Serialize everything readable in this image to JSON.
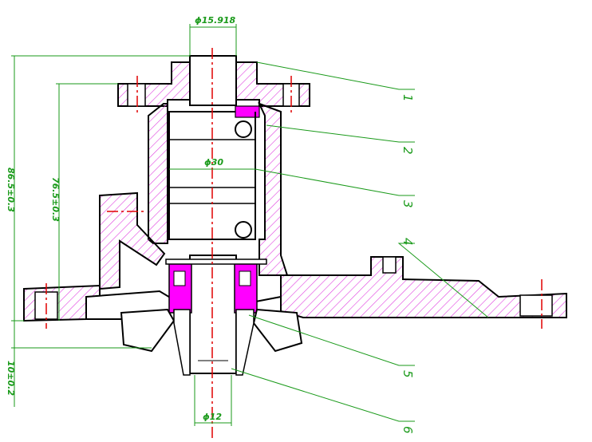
{
  "colors": {
    "outline": "#000000",
    "hatch": "#e040e0",
    "dimension": "#1a9a1a",
    "centerline": "#e00000",
    "seal": "#ff00ff"
  },
  "dimensions": {
    "shaft_top_diameter": "ϕ15.918",
    "bearing_diameter": "ϕ30",
    "shaft_bottom_diameter": "ϕ12",
    "overall_height": "86.5±0.3",
    "flange_height": "76.5±0.3",
    "shaft_protrusion": "10±0.2"
  },
  "part_labels": [
    "1",
    "2",
    "3",
    "4",
    "5",
    "6"
  ]
}
